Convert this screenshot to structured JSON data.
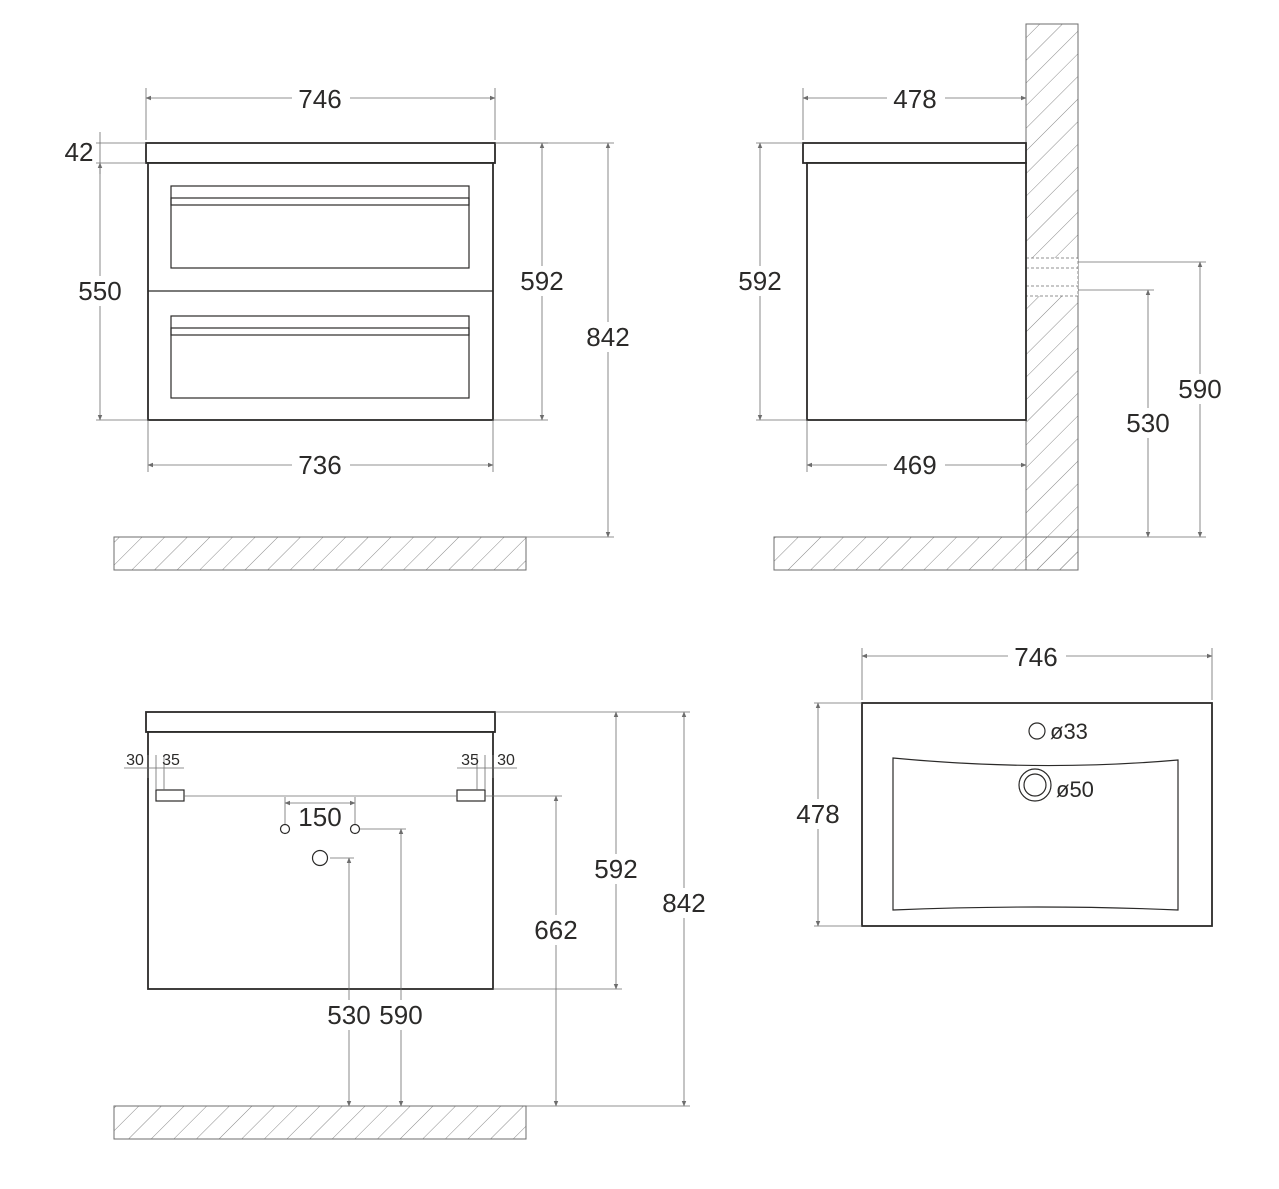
{
  "front_view": {
    "total_width": "746",
    "top_thickness": "42",
    "body_height": "550",
    "cabinet_height": "592",
    "total_height": "842",
    "body_width": "736"
  },
  "side_view": {
    "top_depth": "478",
    "cabinet_height": "592",
    "body_depth": "469",
    "pipe_height_upper": "590",
    "pipe_height_lower": "530"
  },
  "back_view": {
    "left_offset_outer": "30",
    "left_offset_inner": "35",
    "right_offset_inner": "35",
    "right_offset_outer": "30",
    "hole_spacing": "150",
    "cabinet_height": "592",
    "mount_height": "662",
    "total_height": "842",
    "drain_height": "530",
    "supply_height": "590"
  },
  "top_view": {
    "width": "746",
    "depth": "478",
    "tap_hole": "ø33",
    "drain_hole": "ø50"
  },
  "colors": {
    "line": "#2b2a29",
    "dimension": "#6d6d6d",
    "background": "#ffffff"
  }
}
